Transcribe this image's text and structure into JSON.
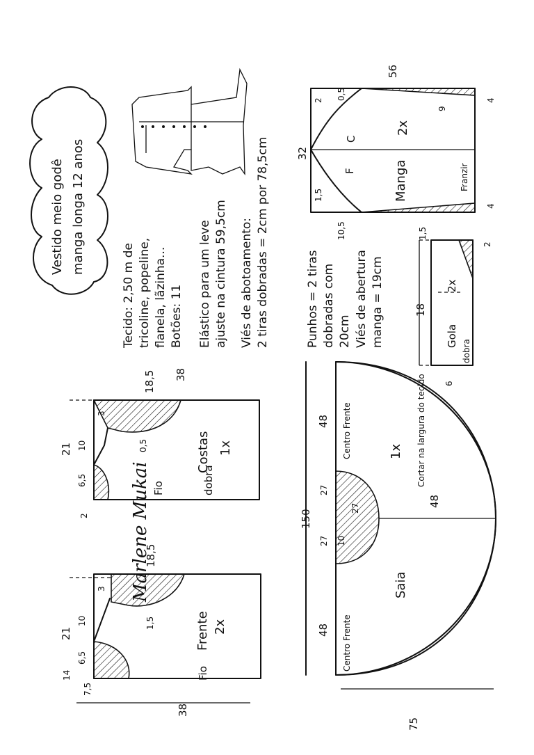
{
  "title": {
    "line1": "Vestido meio godê",
    "line2": "manga longa 12 anos"
  },
  "notes": {
    "tecido": "Tecido: 2,50 m de",
    "tecido2": "tricoline, popeline,",
    "tecido3": "flanela, lãzinha...",
    "botoes": "Botões: 11",
    "elastico": "Elástico para um leve",
    "elastico2": "ajuste na cintura 59,5cm",
    "vies": "Viés de abotoamento:",
    "vies2": "2 tiras dobradas = 2cm por 78,5cm",
    "punhos": "Punhos = 2 tiras",
    "punhos2": "dobradas com",
    "punhos3": "20cm",
    "viesManga": "Viés de abertura",
    "viesManga2": "manga = 19cm"
  },
  "signature": "Marlene Mukai",
  "frente": {
    "name": "Frente",
    "count": "2x",
    "fio": "Fio",
    "dims": {
      "w21": "21",
      "w6_5": "6,5",
      "w10": "10",
      "w18_5": "18,5",
      "w38": "38",
      "w1_5": "1,5",
      "w3": "3",
      "w7_5": "7,5",
      "w14": "14"
    }
  },
  "costas": {
    "name": "Costas",
    "count": "1x",
    "fio": "Fio",
    "dobra": "dobra",
    "dims": {
      "w21": "21",
      "w6_5": "6,5",
      "w10": "10",
      "w18_5": "18,5",
      "w38": "38",
      "w0_5": "0,5",
      "w3": "3",
      "w2": "2"
    }
  },
  "saia": {
    "name": "Saia",
    "count": "1x",
    "note": "Cortar na largura do tecido",
    "centro1": "Centro Frente",
    "centro2": "Centro Frente",
    "dims": {
      "w150": "150",
      "w48a": "48",
      "w48b": "48",
      "w48c": "48",
      "w27a": "27",
      "w27b": "27",
      "w27c": "27",
      "w75": "75",
      "w10": "10"
    }
  },
  "manga": {
    "name": "Manga",
    "count": "2x",
    "franzir": "Franzir",
    "labelC": "C",
    "labelF": "F",
    "dims": {
      "w56": "56",
      "w32": "32",
      "w0_5": "0,5",
      "w2": "2",
      "w4a": "4",
      "w4b": "4",
      "w9": "9",
      "w1_5": "1,5",
      "w10_5": "10,5"
    }
  },
  "gola": {
    "name": "Gola",
    "count": "2x",
    "dobra": "dobra",
    "dims": {
      "w18": "18",
      "w1_5": "1,5",
      "w2": "2",
      "w6": "6"
    }
  }
}
